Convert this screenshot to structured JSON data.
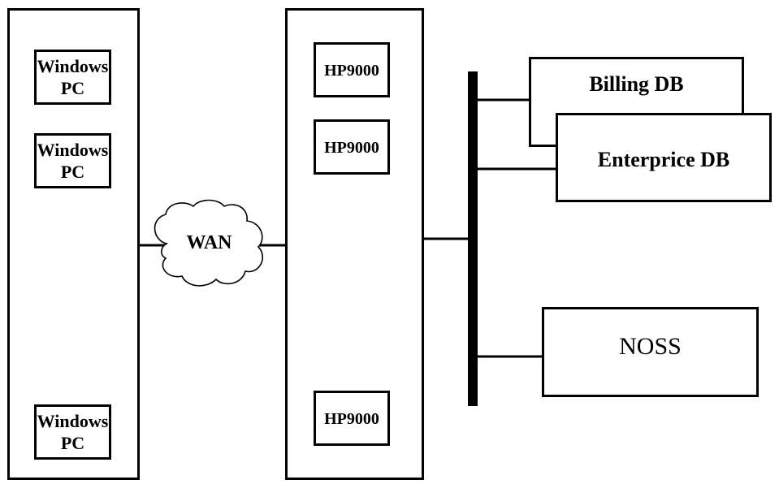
{
  "client_column": {
    "pcs": [
      {
        "line1": "Windows",
        "line2": "PC"
      },
      {
        "line1": "Windows",
        "line2": "PC"
      },
      {
        "line1": "Windows",
        "line2": "PC"
      }
    ]
  },
  "network": {
    "wan_label": "WAN"
  },
  "server_column": {
    "servers": [
      {
        "label": "HP9000"
      },
      {
        "label": "HP9000"
      },
      {
        "label": "HP9000"
      }
    ]
  },
  "backend": {
    "billing_db": "Billing DB",
    "enterprise_db": "Enterprice DB",
    "noss": "NOSS"
  }
}
